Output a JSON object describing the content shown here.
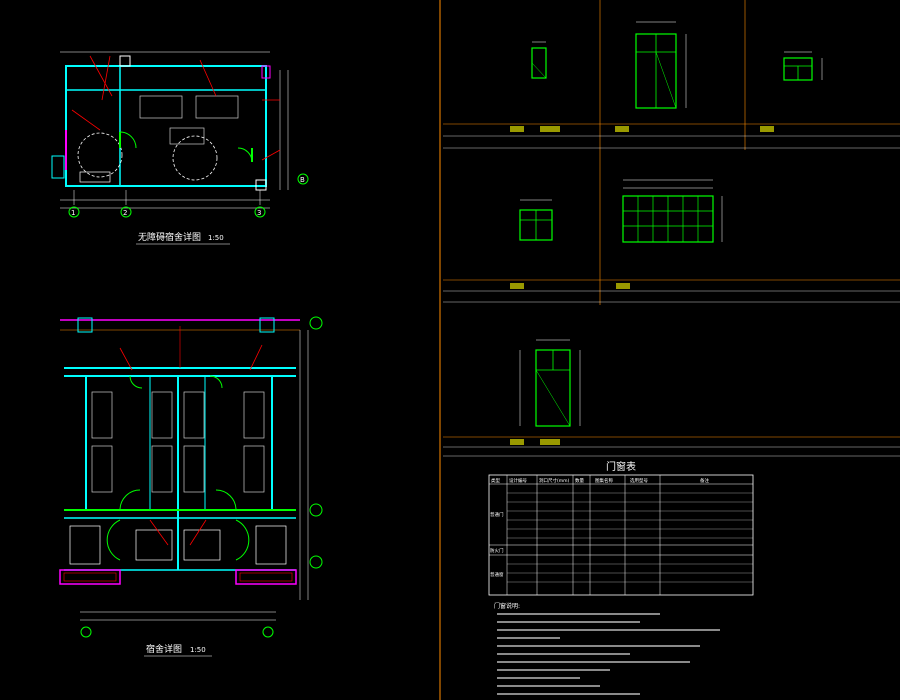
{
  "drawing": {
    "plan_top": {
      "title": "无障碍宿舍详图",
      "scale": "1:50",
      "axis_labels": [
        "1",
        "2",
        "3",
        "B"
      ]
    },
    "plan_bottom": {
      "title": "宿舍详图",
      "scale": "1:50"
    },
    "door_window_schedule": {
      "title": "门窗表",
      "header": [
        "类型",
        "设计编号",
        "洞口尺寸(mm)",
        "数量",
        "图集名称",
        "选用型号",
        "备注"
      ],
      "groups": [
        "普通门",
        "防火门",
        "普通窗"
      ]
    },
    "notes_title": "门窗说明:"
  },
  "colors": {
    "background": "#000000",
    "wall": "#00ffff",
    "green": "#00ff00",
    "red": "#ff0000",
    "yellow": "#ffff00",
    "magenta": "#ff00ff",
    "dim_white": "#ffffff",
    "grid_orange": "#ff8c00"
  }
}
